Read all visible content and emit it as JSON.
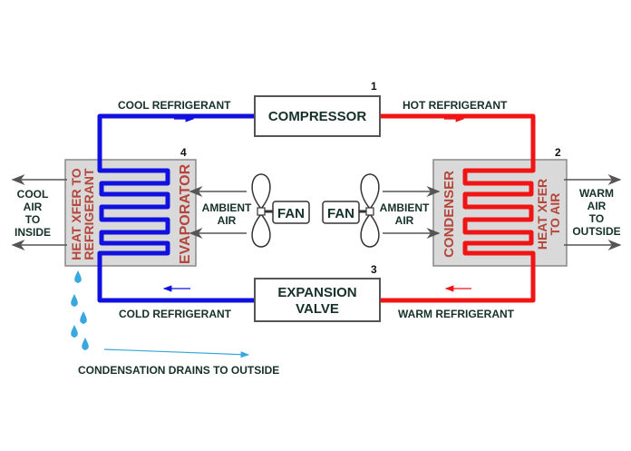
{
  "components": {
    "compressor": {
      "label": "COMPRESSOR",
      "number": "1"
    },
    "condenser": {
      "label": "CONDENSER",
      "number": "2",
      "side_label_1": "HEAT XFER",
      "side_label_2": "TO AIR"
    },
    "expansion_valve": {
      "label_1": "EXPANSION",
      "label_2": "VALVE",
      "number": "3"
    },
    "evaporator": {
      "label": "EVAPORATOR",
      "number": "4",
      "side_label_1": "HEAT XFER TO",
      "side_label_2": "REFRIGERANT"
    }
  },
  "refrigerant_labels": {
    "cool": "COOL REFRIGERANT",
    "hot": "HOT REFRIGERANT",
    "cold": "COLD REFRIGERANT",
    "warm": "WARM REFRIGERANT"
  },
  "fans": {
    "left": "FAN",
    "right": "FAN"
  },
  "ambient": {
    "left_1": "AMBIENT",
    "left_2": "AIR",
    "right_1": "AMBIENT",
    "right_2": "AIR"
  },
  "outputs": {
    "inside": [
      "COOL",
      "AIR",
      "TO",
      "INSIDE"
    ],
    "outside": [
      "WARM",
      "AIR",
      "TO",
      "OUTSIDE"
    ]
  },
  "condensation": "CONDENSATION DRAINS TO OUTSIDE",
  "colors": {
    "cold_line": "#1010e0",
    "hot_line": "#f01414",
    "coil_box": "#d9d9d9",
    "drops": "#3aa8e0"
  }
}
